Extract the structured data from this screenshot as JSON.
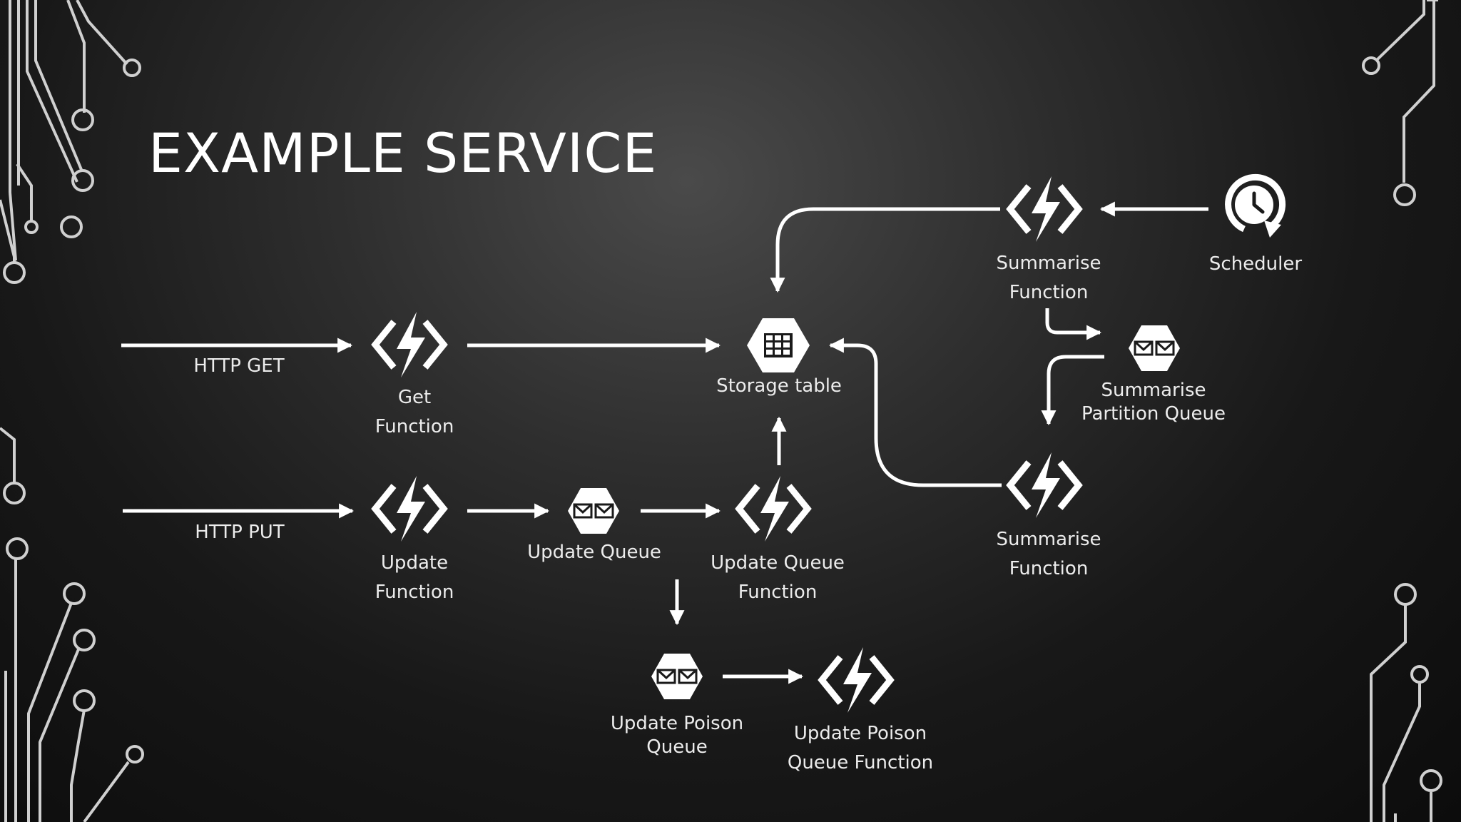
{
  "title": "EXAMPLE SERVICE",
  "edges": {
    "http_get": "HTTP GET",
    "http_put": "HTTP PUT"
  },
  "nodes": {
    "get_function": [
      "Get",
      "Function"
    ],
    "storage_table": [
      "Storage table"
    ],
    "update_function": [
      "Update",
      "Function"
    ],
    "update_queue": [
      "Update Queue"
    ],
    "update_queue_function": [
      "Update Queue",
      "Function"
    ],
    "update_poison_queue": [
      "Update Poison",
      "Queue"
    ],
    "update_poison_queue_function": [
      "Update Poison",
      "Queue Function"
    ],
    "summarise_function_top": [
      "Summarise",
      "Function"
    ],
    "scheduler": [
      "Scheduler"
    ],
    "summarise_partition_queue": [
      "Summarise",
      "Partition Queue"
    ],
    "summarise_function_bottom": [
      "Summarise",
      "Function"
    ]
  },
  "colors": {
    "foreground": "#ffffff",
    "background": "#1a1a1a",
    "circuit": "#cfcfcf"
  },
  "icons": {
    "function": "azure-function-icon",
    "queue": "storage-queue-icon",
    "table": "storage-table-icon",
    "scheduler": "scheduler-clock-icon"
  }
}
